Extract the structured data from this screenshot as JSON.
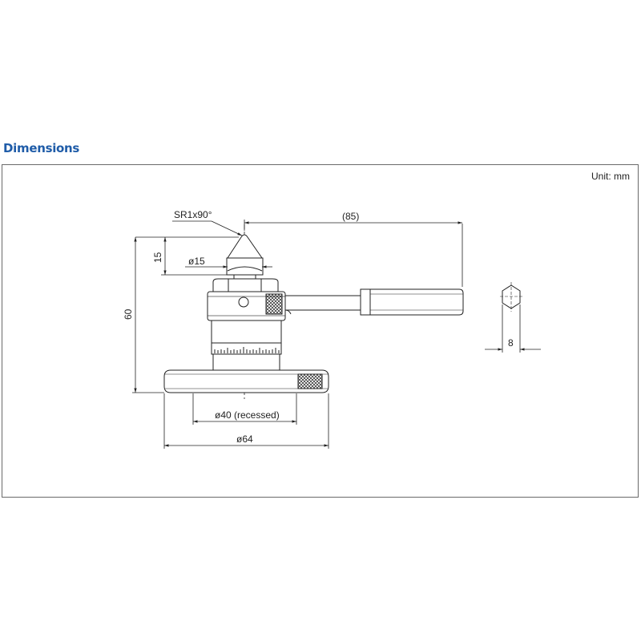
{
  "title": "Dimensions",
  "unit_label": "Unit: mm",
  "dimensions": {
    "tip": "SR1x90°",
    "handle_length": "(85)",
    "cone_height": "15",
    "cone_diameter": "ø15",
    "total_height": "60",
    "recess_diameter": "ø40 (recessed)",
    "base_diameter": "ø64",
    "hex_width": "8"
  },
  "colors": {
    "title": "#1f5ca8",
    "line": "#222222",
    "frame": "#6a6a6a"
  }
}
